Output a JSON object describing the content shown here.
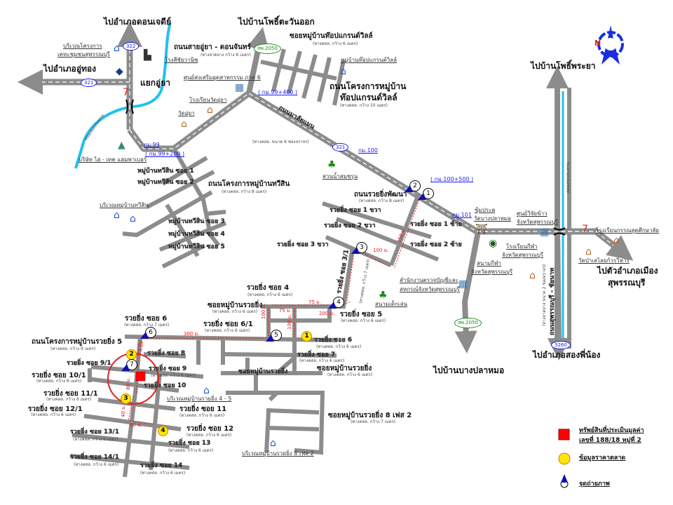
{
  "colors": {
    "road": "#8c8c8c",
    "canal": "#22c0ef",
    "property": "#ff0000",
    "market": "#ffe600",
    "photo": "#1010b0",
    "circle": "#e02020",
    "north": "#1a2ee0"
  },
  "compass": {
    "letter": "N"
  },
  "labels": {
    "to_don_chedi": "ไปอำเภอดอนเจดีย์",
    "to_pho_east": "ไปบ้านโพธิ์ตะวันออก",
    "to_pho_phraya": "ไปบ้านโพธิ์พระยา",
    "to_u_thong": "ไปอำเภออู่ทอง",
    "housing_1": "บริเวณโครงการ",
    "housing_2": "เคหะชุมชนสุพรรณบุรี",
    "rice_mill": "โรงสีชัยวานิช",
    "u_ya_junction": "แยกอู่ยา",
    "u_ya_road": "ถนนสายอู่ยา - ดอนจันทร์",
    "u_ya_road_sub": "(ทางลาดยาง กว้าง 6 เมตร)",
    "industry_center": "ศูนย์ส่งเสริมอุตสาหกรรม ภาค 6",
    "u_ya_school": "โรงเรียนวัดอู่ยา",
    "wat_u_ya": "วัดอู่ยา",
    "canal_left": "คลองชลประทาน",
    "company": "บริษัท ไฮ - เทค แฮมพาเบอร์",
    "km99": "กม.99",
    "km99_200": "( กม.99+200 )",
    "km99_400": "( กม.99+400 )",
    "top_grand_soi": "ซอยหมู่บ้านท๊อปแกรนด์วิลล์",
    "sub_6m": "(ทางคสล. กว้าง 6 เมตร)",
    "top_grand_village": "หมู่บ้านท๊อปแกรนด์วิลล์",
    "top_grand_road_1": "ถนนโครงการหมู่บ้าน",
    "top_grand_road_2": "ท๊อปแกรนด์วิลล์",
    "sub_10m": "(ทางคสล. กว้าง 10 เมตร)",
    "malaiman": "ถนนมาลัยแมน",
    "malaiman_sub": "(ทางคสล. ขนาด 6 ช่องจราจร)",
    "km100": "กม.100",
    "water_park": "สวนน้ำสมชรุน",
    "thawisin_road": "ถนนโครงการหมู่บ้านทวีสิน",
    "sub_8m": "(ทางคสล. กว้าง 8 เมตร)",
    "thawisin_area": "บริเวณหมู่บ้านทวีสิน",
    "thawisin_soi_1": "หมู่บ้านทวีสิน ซอย 1",
    "thawisin_soi_2": "หมู่บ้านทวีสิน ซอย 2",
    "thawisin_soi_4": "หมู่บ้านทวีสิน ซอย 4",
    "thawisin_soi_5": "หมู่บ้านทวีสิน ซอย 5",
    "thawisin_soi_3": "หมู่บ้านทวีสิน ซอย 3",
    "km100_500": "( กม.100+500 )",
    "ruaying_phatthana": "ถนนรวยยิ่งพัฒนา",
    "soi1_right": "รวยยิ่ง ซอย 1 ขวา",
    "soi1_left": "รวยยิ่ง ซอย 1 ซ้าย",
    "soi2_right": "รวยยิ่ง ซอย 2 ขวา",
    "soi2_left": "รวยยิ่ง ซอย 2 ซ้าย",
    "soi3_right": "รวยยิ่ง ซอย 3 ขวา",
    "soi3_1": "รวยยิ่ง ซอย 3/1",
    "sub_7m": "(ทางคสล. กว้าง 7 เมตร)",
    "km101": "กม.101",
    "temple_gate_1": "ซุ้มประตู",
    "temple_gate_2": "วัดบางปลาหมอ",
    "rice_center_1": "ศูนย์วิจัยข้าว",
    "rice_center_2": "จังหวัดสุพรรณบุรี",
    "stadium_1": "สนามกีฬา",
    "sport_school_1": "โรงเรียนกีฬา",
    "audit_1": "สำนักงานตรวจบัญชีและ",
    "audit_2": "สหกรณ์จังหวัดสุพรรณบุรี",
    "kannasut_school": "โรงเรียนกรรณสูตศึกษาลัย",
    "wat_pa_lelai": "วัดป่าเลไลยก์วรวิหาร",
    "to_mueang_1": "ไปตัวอำเภอเมือง",
    "to_mueang_2": "สุพรรณบุรี",
    "to_bang_pla_mo": "ไปบ้านบางปลาหมอ",
    "to_song_phi_nong": "ไปอำเภอสองพี่น้อง",
    "right_road": "ถนนสุพรรณบุรี - ชัยนาท",
    "right_road_sub": "(ทางลาดยาง ขนาด 2 ช่องจราจร)",
    "right_canal": "คลองชลประทาน",
    "soi4": "รวยยิ่ง ซอย 4",
    "village_soi": "ซอยหมู่บ้านรวยยิ่ง",
    "soi6_1": "รวยยิ่ง ซอย 6/1",
    "soi6": "รวยยิ่ง ซอย 6",
    "village5_road": "ถนนโครงการหมู่บ้านรวยยิ่ง  5",
    "sub_9m": "(ทางคสล. กว้าง 9 เมตร)",
    "soi8": "รวยยิ่ง ซอย 8",
    "soi9_1": "รวยยิ่ง ซอย 9/1",
    "soi9": "รวยยิ่ง ซอย 9",
    "soi10_1": "รวยยิ่ง ซอย 10/1",
    "soi10": "รวยยิ่ง ซอย 10",
    "village45_area": "บริเวณหมู่บ้านรวยยิ่ง 4 - 5",
    "soi11_1": "รวยยิ่ง ซอย 11/1",
    "soi11": "รวยยิ่ง ซอย 11",
    "soi12_1": "รวยยิ่ง ซอย 12/1",
    "soi12": "รวยยิ่ง ซอย 12",
    "soi13_1": "รวยยิ่ง ซอย 13/1",
    "soi13": "รวยยิ่ง ซอย 13",
    "soi14_1": "รวยยิ่ง ซอย 14/1",
    "soi14": "รวยยิ่ง ซอย 14",
    "soi7": "รวยยิ่ง ซอย 7",
    "soi5": "รวยยิ่ง ซอย 5",
    "playground": "สนามเด็กเล่น",
    "village8_soi": "ซอยหมู่บ้านรวยยิ่ง  8  เฟส  2",
    "village8_area": "บริเวณหมู่บ้านรวยยิ่ง 8 เฟส 2"
  },
  "route_badges": {
    "r322": "322",
    "r321": "321",
    "r2050": "สพ.2050",
    "r3260": "3260"
  },
  "distances": {
    "d300": "300 ม.",
    "d75": "75 ม.",
    "d100": "100 ม.",
    "d200": "200 ม.",
    "d150": "150 ม.",
    "d80": "80 ม.",
    "d40": "40 ม.",
    "d60": "60 ม."
  },
  "market_points": [
    "1",
    "2",
    "3",
    "4"
  ],
  "photo_points": [
    "1",
    "2",
    "3",
    "4",
    "5",
    "6",
    "7"
  ],
  "legend": {
    "property_1": "ทรัพย์สินที่ประเมินมูลค่า",
    "property_2": "เลขที่  188/18  หมู่ที่  2",
    "market": "ข้อมูลราคาตลาด",
    "photo": "จุดถ่ายภาพ"
  }
}
